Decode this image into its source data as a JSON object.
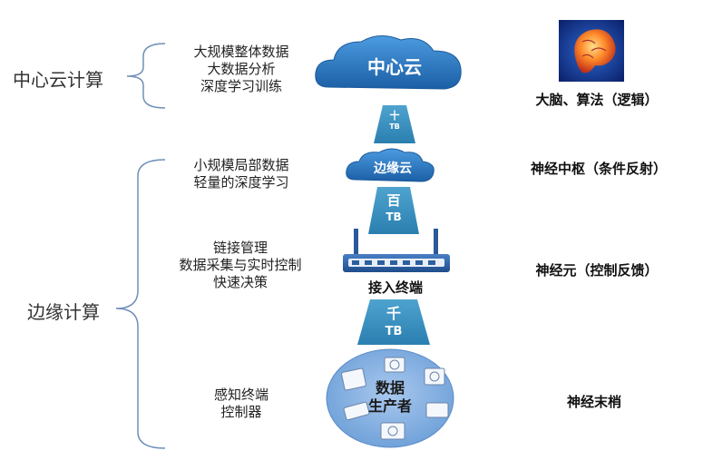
{
  "left": {
    "center_cloud_label": "中心云计算",
    "edge_label": "边缘计算"
  },
  "descriptions": {
    "center_lines": [
      "大规模整体数据",
      "大数据分析",
      "深度学习训练"
    ],
    "edge_cloud_lines": [
      "小规模局部数据",
      "轻量的深度学习"
    ],
    "access_lines": [
      "链接管理",
      "数据采集与实时控制",
      "快速决策"
    ],
    "sensor_lines": [
      "感知终端",
      "控制器"
    ]
  },
  "nodes": {
    "center_cloud": "中心云",
    "edge_cloud": "边缘云",
    "access_terminal": "接入终端",
    "producer_line1": "数据",
    "producer_line2": "生产者"
  },
  "bandwidth": {
    "top": {
      "qty": "十",
      "unit": "TB"
    },
    "mid": {
      "qty": "百",
      "unit": "TB"
    },
    "bottom": {
      "qty": "千",
      "unit": "TB"
    }
  },
  "right": {
    "brain": "大脑、算法（逻辑）",
    "neural_center": "神经中枢（条件反射）",
    "neuron": "神经元（控制反馈）",
    "nerve_end": "神经末梢"
  },
  "colors": {
    "cloud": "#2a78c2",
    "trapezoid": "#3a8fbf",
    "router": "#2d5fa0",
    "ellipse": "#7aa9dc"
  }
}
